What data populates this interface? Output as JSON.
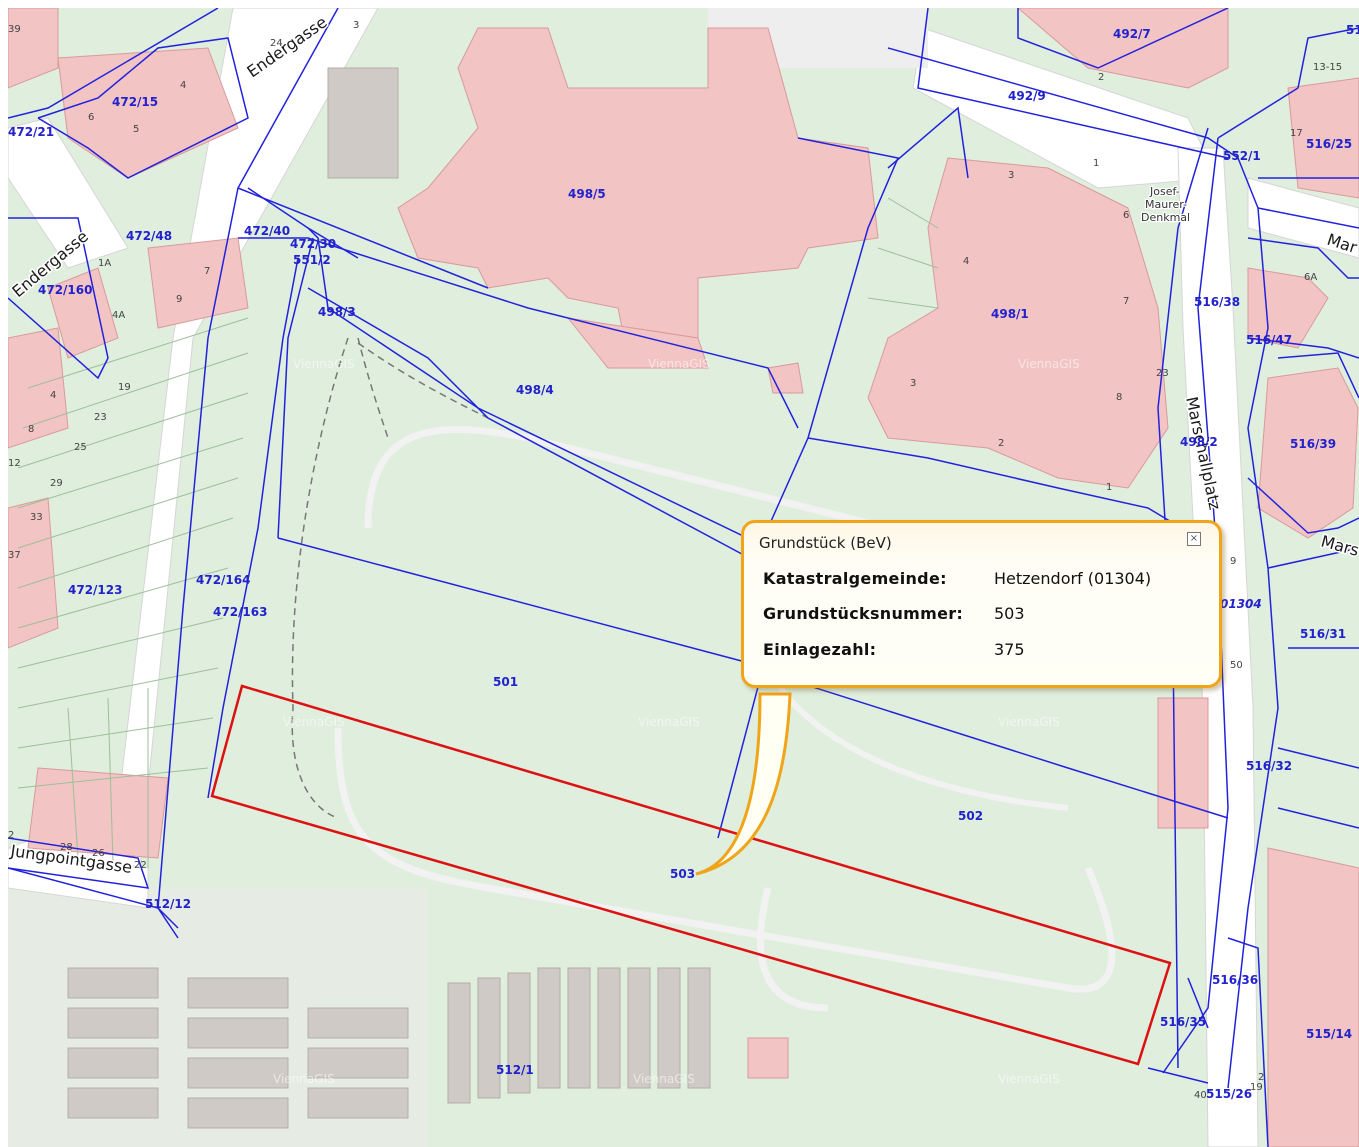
{
  "map": {
    "watermark": "ViennaGIS",
    "streets": {
      "endergasse_top": "Endergasse",
      "endergasse_left": "Endergasse",
      "jungpointgasse": "Jungpointgasse",
      "marschallplatz": "Marschallplatz",
      "mar_top": "Mar",
      "mars_right": "Mars"
    },
    "landmark": {
      "line1": "Josef-",
      "line2": "Maurer-",
      "line3": "Denkmal"
    },
    "parcels": {
      "p492_7": "492/7",
      "p492_9": "492/9",
      "p552_1": "552/1",
      "p516_25": "516/25",
      "p472_15": "472/15",
      "p472_21": "472/21",
      "p472_48": "472/48",
      "p472_40": "472/40",
      "p472_30": "472/30",
      "p551_2": "551/2",
      "p498_3": "498/3",
      "p498_5": "498/5",
      "p498_4": "498/4",
      "p498_1": "498/1",
      "p516_38": "516/38",
      "p516_47": "516/47",
      "p516_39": "516/39",
      "p498_2": "498/2",
      "p472_160": "472/160",
      "p472_164": "472/164",
      "p472_163": "472/163",
      "p472_123": "472/123",
      "p501": "501",
      "p502": "502",
      "p503": "503",
      "p516_31": "516/31",
      "p516_32": "516/32",
      "p512_12": "512/12",
      "p512_1": "512/1",
      "p516_36": "516/36",
      "p516_35": "516/35",
      "p515_14": "515/14",
      "p515_26": "515/26",
      "p01304": "01304",
      "p51": "51"
    },
    "house_numbers": [
      "39",
      "24",
      "3",
      "4",
      "6",
      "5",
      "3",
      "1",
      "6",
      "4",
      "7",
      "3",
      "2",
      "8",
      "1",
      "23",
      "1A",
      "4A",
      "9",
      "7",
      "4",
      "8",
      "12",
      "19",
      "23",
      "25",
      "29",
      "33",
      "37",
      "28",
      "26",
      "22",
      "2",
      "6A",
      "50",
      "40",
      "19",
      "2",
      "13-15",
      "17",
      "2",
      "9"
    ]
  },
  "popup": {
    "title": "Grundstück (BeV)",
    "rows": [
      {
        "label": "Katastralgemeinde:",
        "value": "Hetzendorf (01304)"
      },
      {
        "label": "Grundstücksnummer:",
        "value": "503"
      },
      {
        "label": "Einlagezahl:",
        "value": "375"
      }
    ]
  },
  "colors": {
    "parcel_boundary": "#2222dd",
    "selected_parcel": "#dd1111",
    "popup_border": "#f0a418",
    "building": "#f2c4c4",
    "green": "#dfeedd"
  }
}
